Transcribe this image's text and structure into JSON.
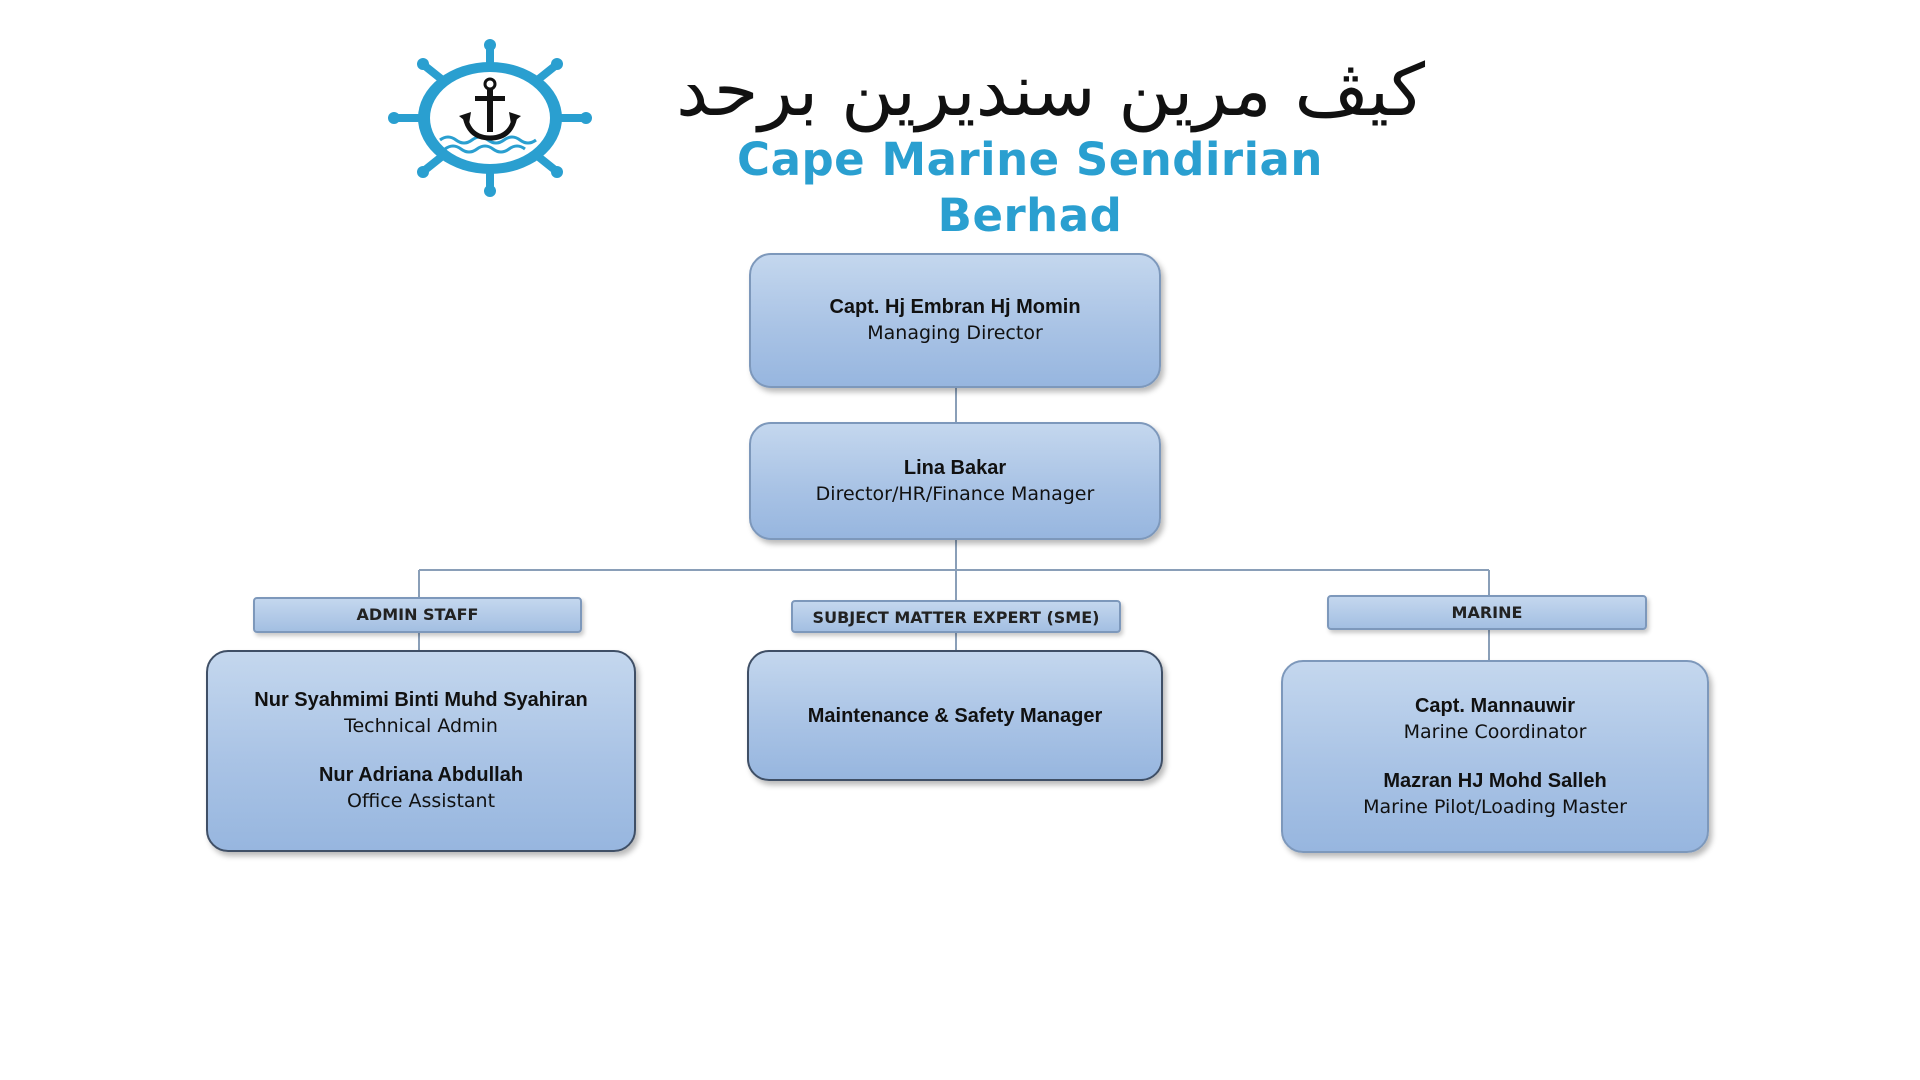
{
  "company": {
    "jawi_name": "كيڤ مرين سنديرين برحد",
    "name": "Cape Marine Sendirian Berhad",
    "brand_color": "#2a9fd0",
    "logo_icon": "ship-wheel-anchor-icon"
  },
  "org": {
    "managing_director": {
      "name": "Capt. Hj Embran Hj Momin",
      "role": "Managing Director"
    },
    "director": {
      "name": "Lina Bakar",
      "role": "Director/HR/Finance Manager"
    },
    "departments": [
      {
        "header": "ADMIN STAFF",
        "members": [
          {
            "name": "Nur Syahmimi Binti Muhd Syahiran",
            "role": "Technical Admin"
          },
          {
            "name": "Nur Adriana Abdullah",
            "role": "Office Assistant"
          }
        ]
      },
      {
        "header": "SUBJECT MATTER EXPERT (SME)",
        "members": [
          {
            "name": "Maintenance & Safety Manager"
          }
        ]
      },
      {
        "header": "MARINE",
        "members": [
          {
            "name": "Capt. Mannauwir",
            "role": "Marine Coordinator"
          },
          {
            "name": "Mazran HJ Mohd Salleh",
            "role": "Marine Pilot/Loading Master"
          }
        ]
      }
    ]
  },
  "colors": {
    "box_fill": "#a9c3e5",
    "box_border": "#7d98bb",
    "connector": "#8a9fb8"
  }
}
